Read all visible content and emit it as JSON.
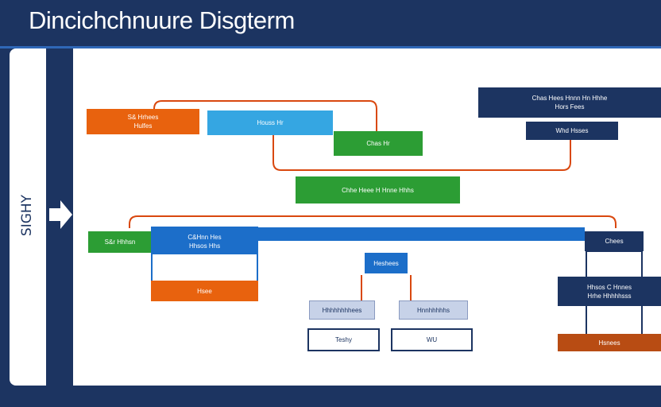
{
  "title": "Dincichchnuure Disgterm",
  "sidebar": {
    "label": "SIGHY"
  },
  "nodes": {
    "top_left_orange": [
      "S& Hrhees",
      "Hulfes"
    ],
    "top_blue": "Houss Hr",
    "top_green": "Chas Hr",
    "top_right_navy": [
      "Chas Hees  Hnnn Hn  Hhhe",
      "Hors  Fees"
    ],
    "top_right_navy_child": "Whd Hsses",
    "middle_green": "Chhe Heee  H  Hnne  Hhhs",
    "left_green": "S&r  Hhhsn",
    "group_header": "C&Hnn  Hes",
    "group_sub": "Hhsos Hhs",
    "group_orange": "Hsee",
    "center_small": "Heshees",
    "center_left_gray": "Hhhhhhhhees",
    "center_right_gray": "Hnnhhhhhs",
    "bottom_left_outline": "Teshy",
    "bottom_right_outline": "WU",
    "right_outline_top": "Chees",
    "right_navy_stack": [
      "Hhsos  C  Hnnes",
      "Hrhe Hhhhhsss"
    ],
    "right_rust": "Hsnees"
  },
  "colors": {
    "navy": "#1c3461",
    "orange": "#e8620e",
    "blue": "#35a6e2",
    "green": "#2c9d34",
    "royal": "#1c6ec9",
    "connector_orange": "#d9480f"
  }
}
